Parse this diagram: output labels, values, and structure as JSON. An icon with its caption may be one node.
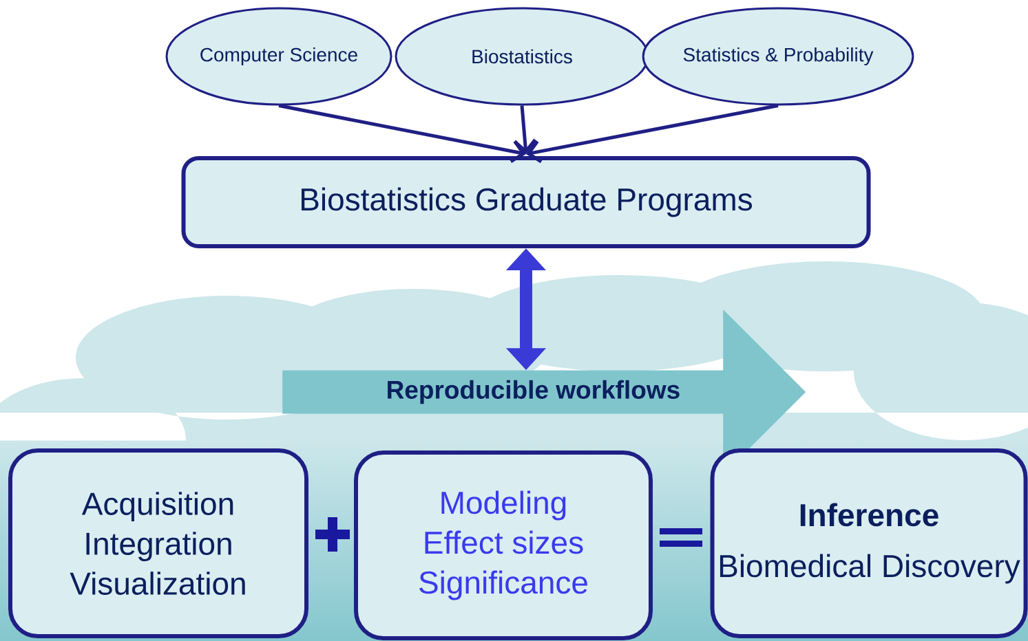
{
  "diagram": {
    "nodes": [
      {
        "text": [
          "Computer Science"
        ]
      },
      {
        "text": [
          "Biostatistics"
        ]
      },
      {
        "text": [
          "Statistics & Probability"
        ]
      },
      {
        "text": [
          "Biostatistics Graduate Programs"
        ]
      },
      {
        "text": [
          "Reproducible workflows"
        ]
      },
      {
        "text": [
          "Acquisition",
          "Integration",
          "Visualization"
        ]
      },
      {
        "text": [
          "Modeling",
          "Effect sizes",
          "Significance"
        ]
      },
      {
        "text": [
          "Inference",
          "Biomedical Discovery"
        ]
      }
    ],
    "edges": [
      {
        "from": 0,
        "to": 3,
        "arrow": "to"
      },
      {
        "from": 1,
        "to": 3,
        "arrow": "to"
      },
      {
        "from": 2,
        "to": 3,
        "arrow": "to"
      },
      {
        "from": 3,
        "to": 4,
        "arrow": "both",
        "style": "thick",
        "color": "#3a3ad6"
      }
    ]
  }
}
